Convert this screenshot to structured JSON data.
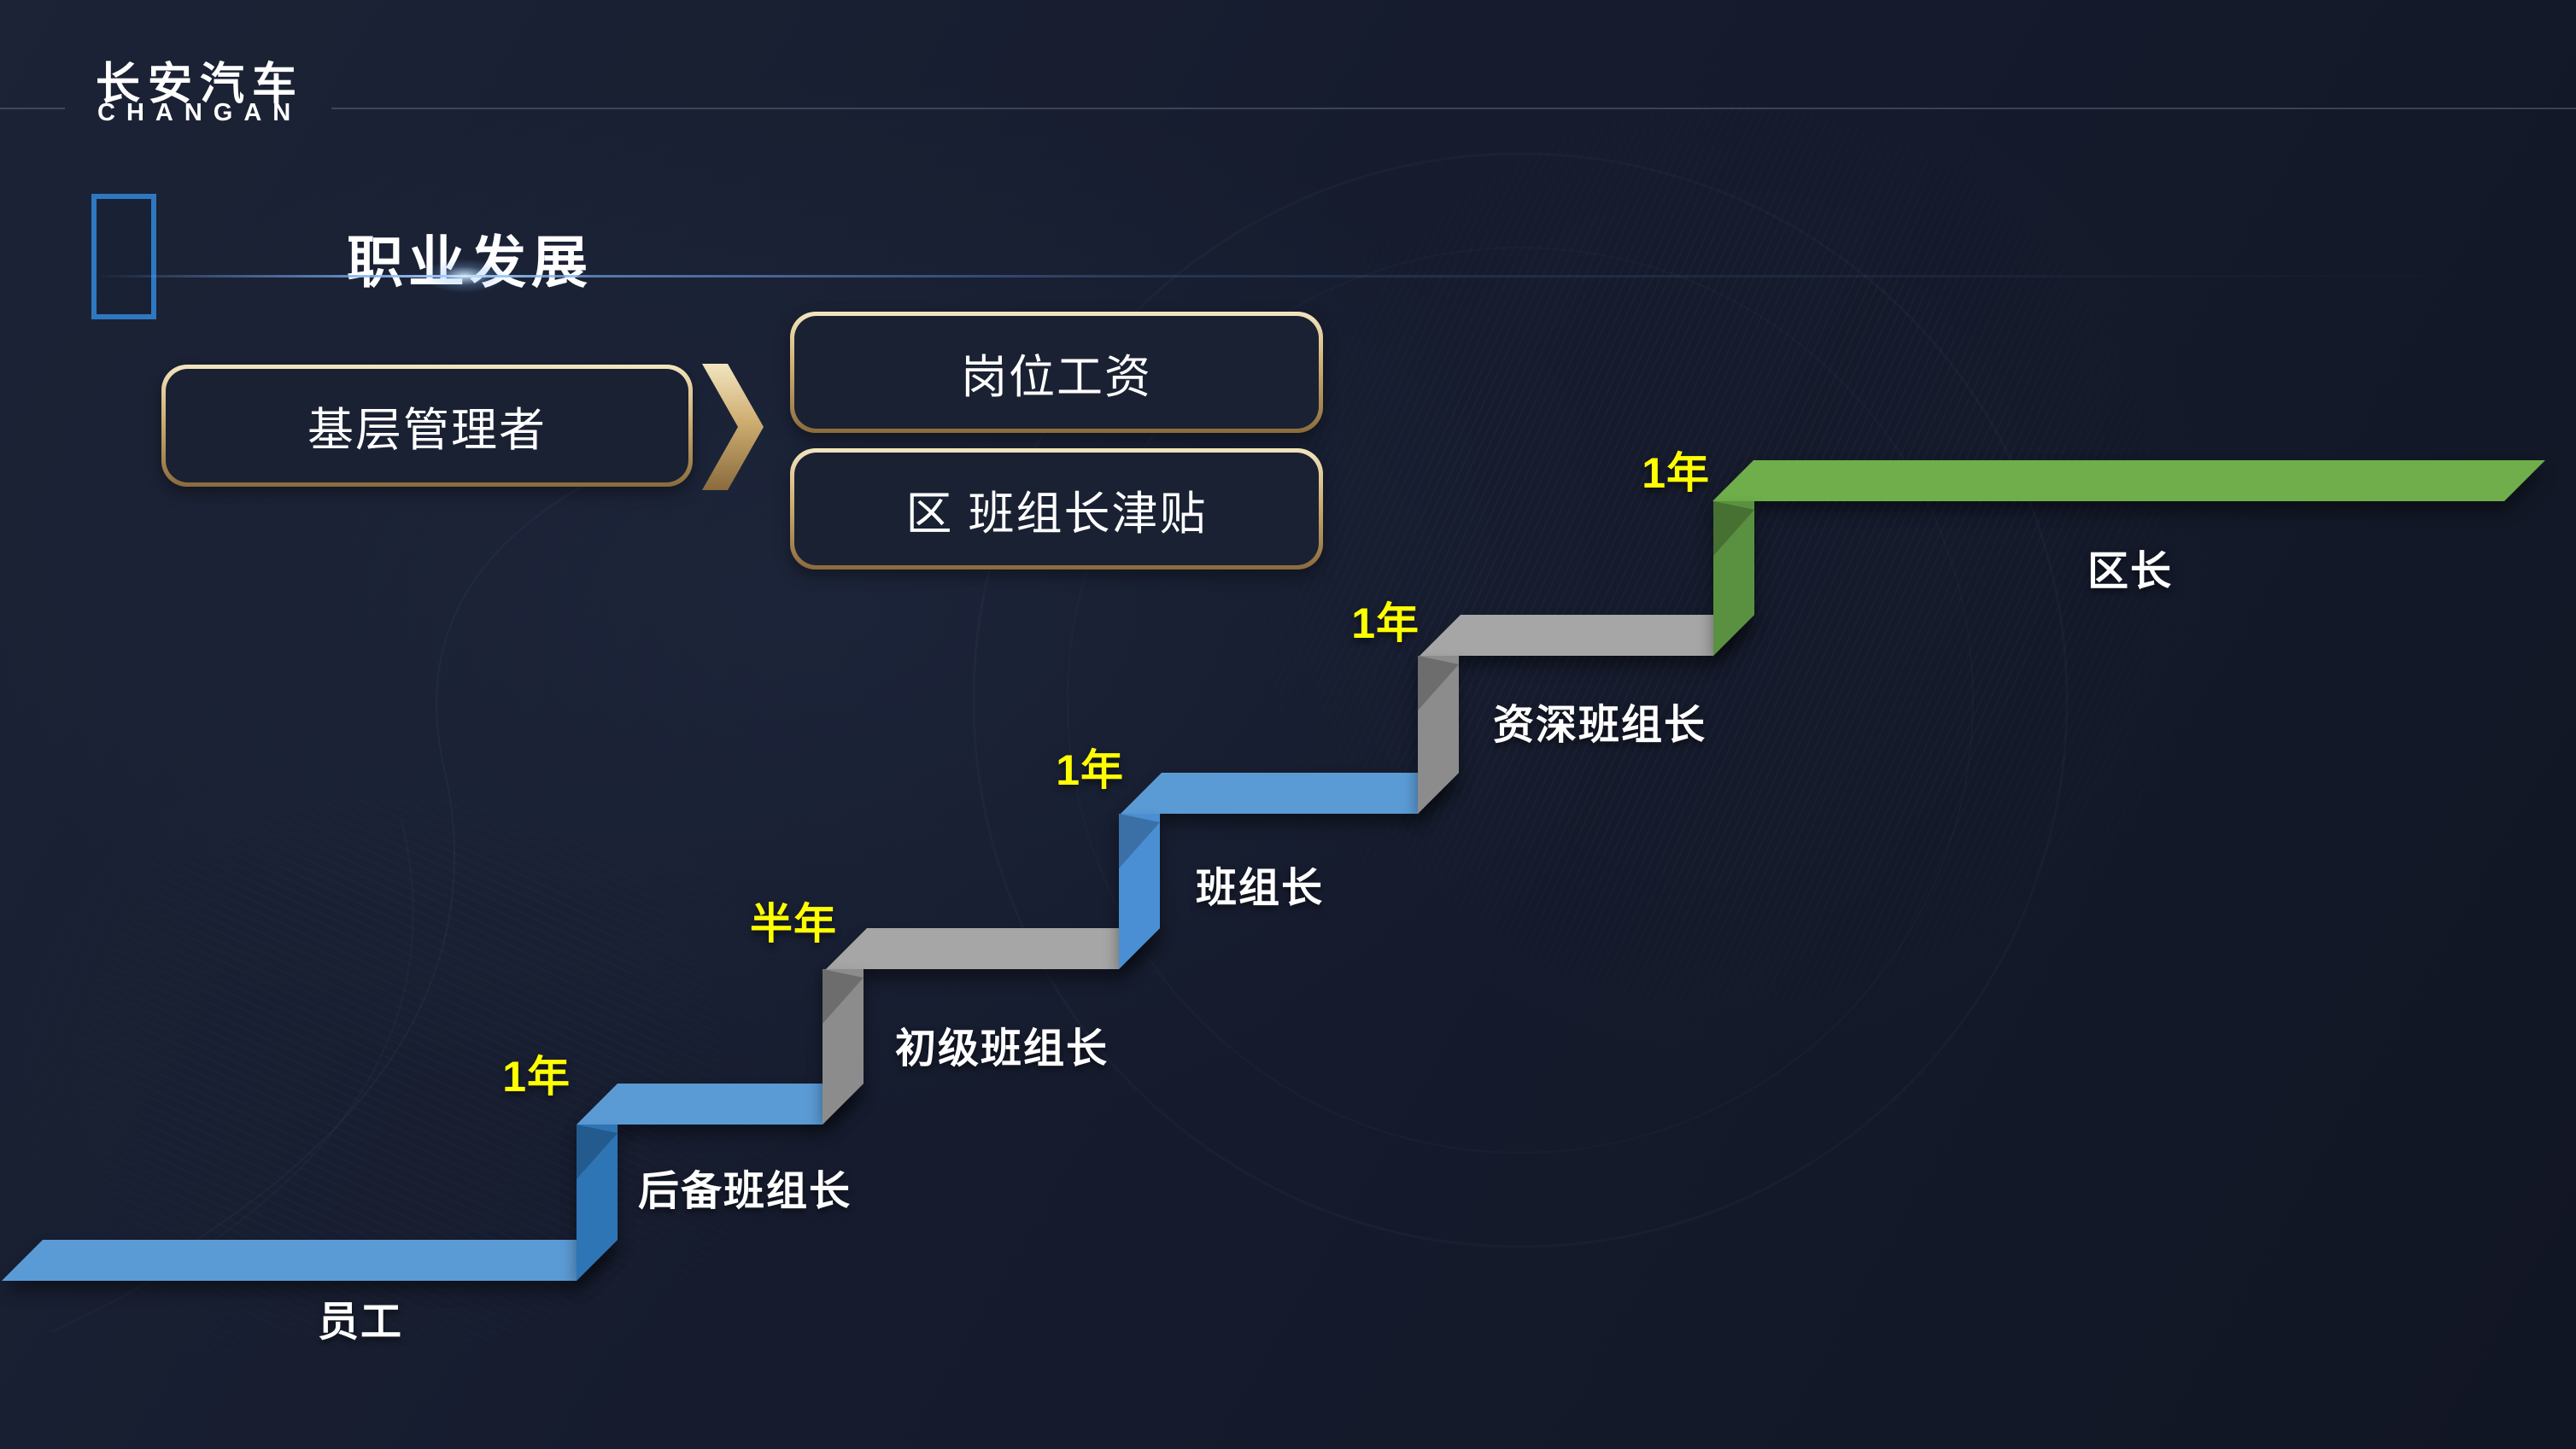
{
  "brand": {
    "logo_cn": "长安汽车",
    "logo_en": "CHANGAN"
  },
  "header": {
    "title": "职业发展"
  },
  "flow": {
    "source_box": "基层管理者",
    "arrow_icon": "chevron-right",
    "result_boxes": [
      "岗位工资",
      "区 班组长津贴"
    ]
  },
  "staircase": {
    "description": "career ladder from employee to district chief",
    "duration_color": "#ffff00",
    "steps": [
      {
        "name": "员工",
        "duration": null,
        "tread_color": "#5b9bd5",
        "riser_color": null
      },
      {
        "name": "后备班组长",
        "duration": "1年",
        "tread_color": "#5b9bd5",
        "riser_color": "#2e75b6"
      },
      {
        "name": "初级班组长",
        "duration": "半年",
        "tread_color": "#a6a6a6",
        "riser_color": "#8c8c8c"
      },
      {
        "name": "班组长",
        "duration": "1年",
        "tread_color": "#5b9bd5",
        "riser_color": "#4a8fd3"
      },
      {
        "name": "资深班组长",
        "duration": "1年",
        "tread_color": "#a6a6a6",
        "riser_color": "#8c8c8c"
      },
      {
        "name": "区长",
        "duration": "1年",
        "tread_color": "#6fae4b",
        "riser_color": "#5a9140"
      }
    ]
  },
  "colors": {
    "background": "#161c2e",
    "accent_blue": "#2e78c2",
    "gold_light": "#f2e5bf",
    "gold_dark": "#8a6b3c",
    "text": "#ffffff"
  }
}
